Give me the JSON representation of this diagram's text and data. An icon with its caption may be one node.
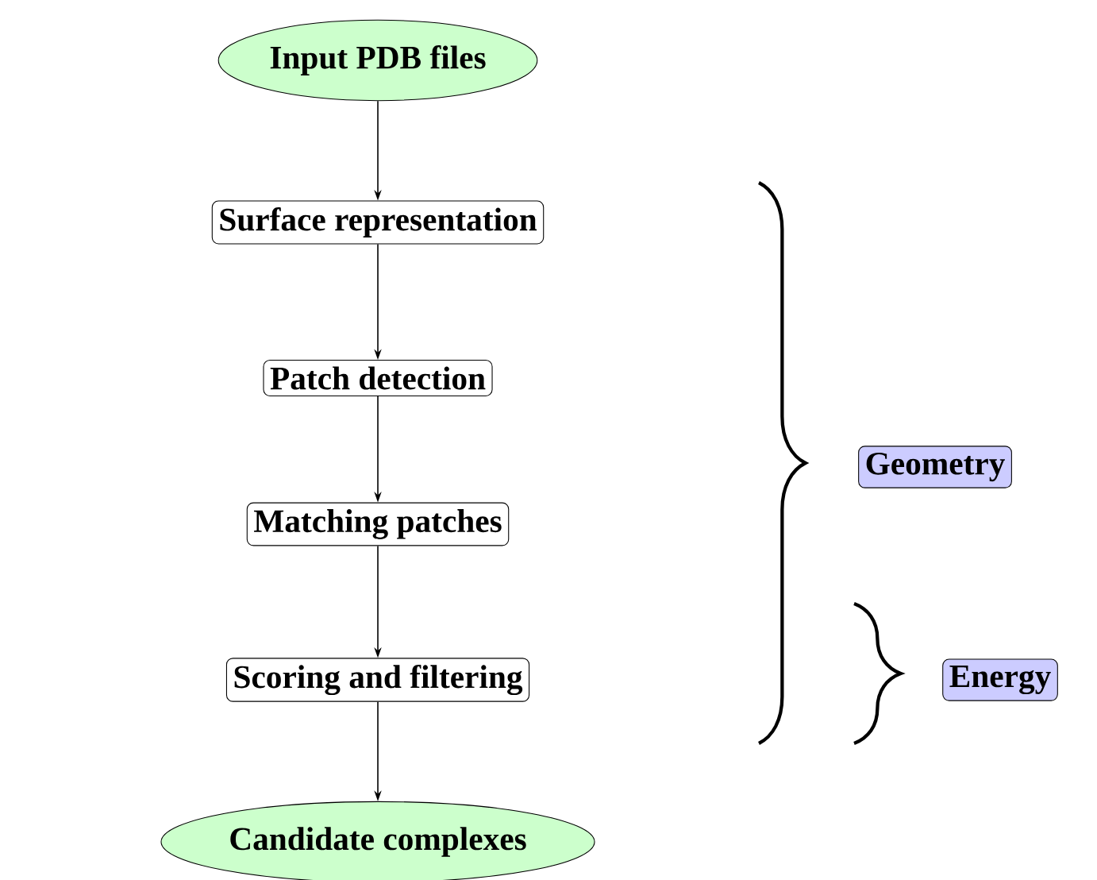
{
  "diagram": {
    "nodes": [
      {
        "text": [
          "Input PDB files"
        ]
      },
      {
        "text": [
          "Surface representation"
        ]
      },
      {
        "text": [
          "Patch detection"
        ]
      },
      {
        "text": [
          "Matching patches"
        ]
      },
      {
        "text": [
          "Scoring and filtering"
        ]
      },
      {
        "text": [
          "Candidate complexes"
        ]
      },
      {
        "text": [
          "Geometry"
        ]
      },
      {
        "text": [
          "Energy"
        ]
      }
    ],
    "edges": [
      {
        "from": 0,
        "to": 1,
        "arrow": "to"
      },
      {
        "from": 1,
        "to": 2,
        "arrow": "to"
      },
      {
        "from": 2,
        "to": 3,
        "arrow": "to"
      },
      {
        "from": 3,
        "to": 4,
        "arrow": "to"
      },
      {
        "from": 4,
        "to": 5,
        "arrow": "to"
      }
    ]
  }
}
